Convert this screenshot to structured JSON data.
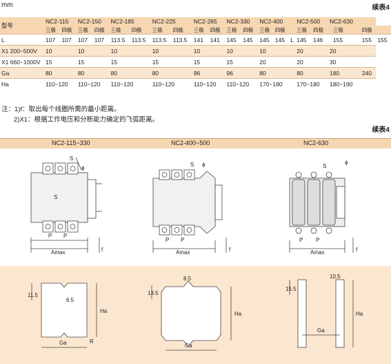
{
  "unit": "mm",
  "continued": "续表4",
  "table": {
    "header_label": "型号",
    "models": [
      "NC2-115",
      "NC2-150",
      "NC2-185",
      "NC2-225",
      "NC2-265",
      "NC2-330",
      "NC2-400",
      "NC2-500",
      "NC2-630"
    ],
    "sub_headers": [
      "三极",
      "四极",
      "三极",
      "四极",
      "三极",
      "四极",
      "三极",
      "四极",
      "三极",
      "四极",
      "三极",
      "四极",
      "三极",
      "四极",
      "三极",
      "四极",
      "三极",
      "四极"
    ],
    "rows": [
      {
        "label": "L",
        "cells": [
          "107",
          "107",
          "107",
          "107",
          "113.5",
          "113.5",
          "113.5",
          "113.5",
          "141",
          "141",
          "145",
          "145",
          "145",
          "145",
          "L",
          "145",
          "146",
          "",
          "155",
          "155",
          "155"
        ]
      },
      {
        "label": "X1 200~500V",
        "cells": [
          "10",
          "10",
          "10",
          "10",
          "10",
          "10",
          "10",
          "20",
          "",
          "20",
          ""
        ]
      },
      {
        "label": "X1 660~1000V",
        "cells": [
          "15",
          "15",
          "15",
          "15",
          "15",
          "15",
          "20",
          "20",
          "",
          "30",
          ""
        ]
      },
      {
        "label": "Ga",
        "cells": [
          "80",
          "80",
          "80",
          "80",
          "96",
          "96",
          "80",
          "80",
          "",
          "180",
          "240"
        ]
      },
      {
        "label": "Ha",
        "cells": [
          "110~120",
          "110~120",
          "110~120",
          "110~120",
          "110~120",
          "110~120",
          "170~180",
          "170~180",
          "",
          "180~190",
          ""
        ]
      }
    ]
  },
  "notes": {
    "n1": "注：1)f：取出每个线圈所需的最小距离。",
    "n2": "2)X1：根据工作电压和分断能力确定的飞弧距离。"
  },
  "diagram_titles": [
    "NC2-115~330",
    "NC2-400~500",
    "NC2-630"
  ],
  "dim_labels": {
    "S": "S",
    "phi": "ϕ",
    "P": "P",
    "Amax": "Amax",
    "f": "f",
    "d1_115": "11.5",
    "d1_65": "6.5",
    "d1_Ha": "Ha",
    "d1_Ga": "Ga",
    "d1_R": "R",
    "d2_85": "8.5",
    "d2_135": "13.5",
    "d2_Ha": "Ha",
    "d2_Ga": "Ga",
    "d3_105": "10.5",
    "d3_155": "15.5",
    "d3_Ha": "Ha",
    "d3_Ga": "Ga"
  }
}
